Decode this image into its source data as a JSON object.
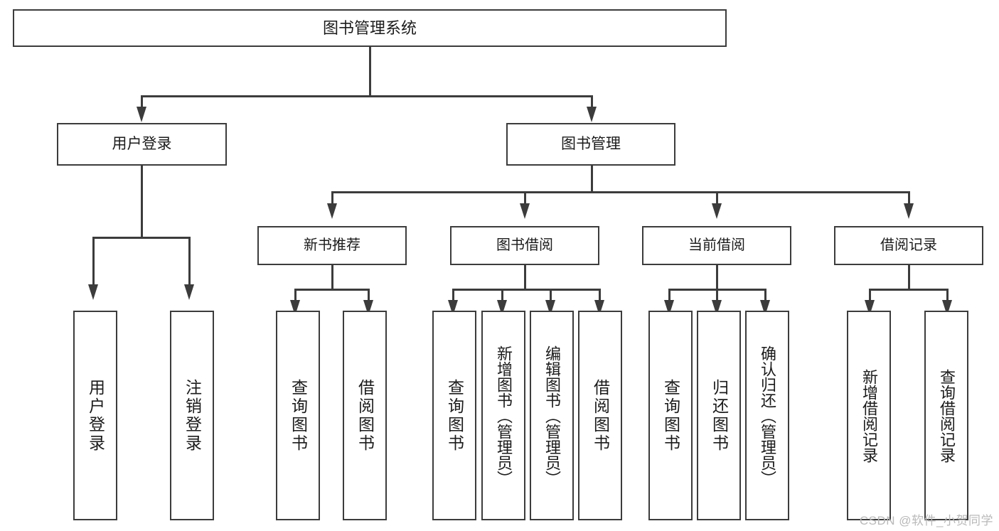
{
  "diagram": {
    "title": "图书管理系统",
    "type": "tree-hierarchy-chart",
    "watermark": "CSDN @软件_小贺同学",
    "colors": {
      "stroke": "#3c3c3c",
      "fill": "#ffffff",
      "text": "#1b1b1b",
      "watermark": "#b9b9b9",
      "background": "#ffffff"
    }
  },
  "nodes": {
    "root": {
      "label": "图书管理系统"
    },
    "level2": [
      {
        "id": "user-login",
        "label": "用户登录"
      },
      {
        "id": "book-manage",
        "label": "图书管理"
      }
    ],
    "level3": [
      {
        "id": "new-book-recommend",
        "label": "新书推荐"
      },
      {
        "id": "book-borrow",
        "label": "图书借阅"
      },
      {
        "id": "current-borrow",
        "label": "当前借阅"
      },
      {
        "id": "borrow-record",
        "label": "借阅记录"
      }
    ],
    "leaves": {
      "user_login": [
        {
          "id": "leaf-user-login",
          "label": "用户登录"
        },
        {
          "id": "leaf-logout-login",
          "label": "注销登录"
        }
      ],
      "new_book_recommend": [
        {
          "id": "leaf-query-book-1",
          "label": "查询图书"
        },
        {
          "id": "leaf-borrow-book-1",
          "label": "借阅图书"
        }
      ],
      "book_borrow": [
        {
          "id": "leaf-query-book-2",
          "label": "查询图书"
        },
        {
          "id": "leaf-add-book",
          "label": "新增图书（管理员）"
        },
        {
          "id": "leaf-edit-book",
          "label": "编辑图书（管理员）"
        },
        {
          "id": "leaf-borrow-book-2",
          "label": "借阅图书"
        }
      ],
      "current_borrow": [
        {
          "id": "leaf-query-book-3",
          "label": "查询图书"
        },
        {
          "id": "leaf-return-book",
          "label": "归还图书"
        },
        {
          "id": "leaf-confirm-return",
          "label": "确认归还（管理员）"
        }
      ],
      "borrow_record": [
        {
          "id": "leaf-add-record",
          "label": "新增借阅记录"
        },
        {
          "id": "leaf-query-record",
          "label": "查询借阅记录"
        }
      ]
    }
  }
}
